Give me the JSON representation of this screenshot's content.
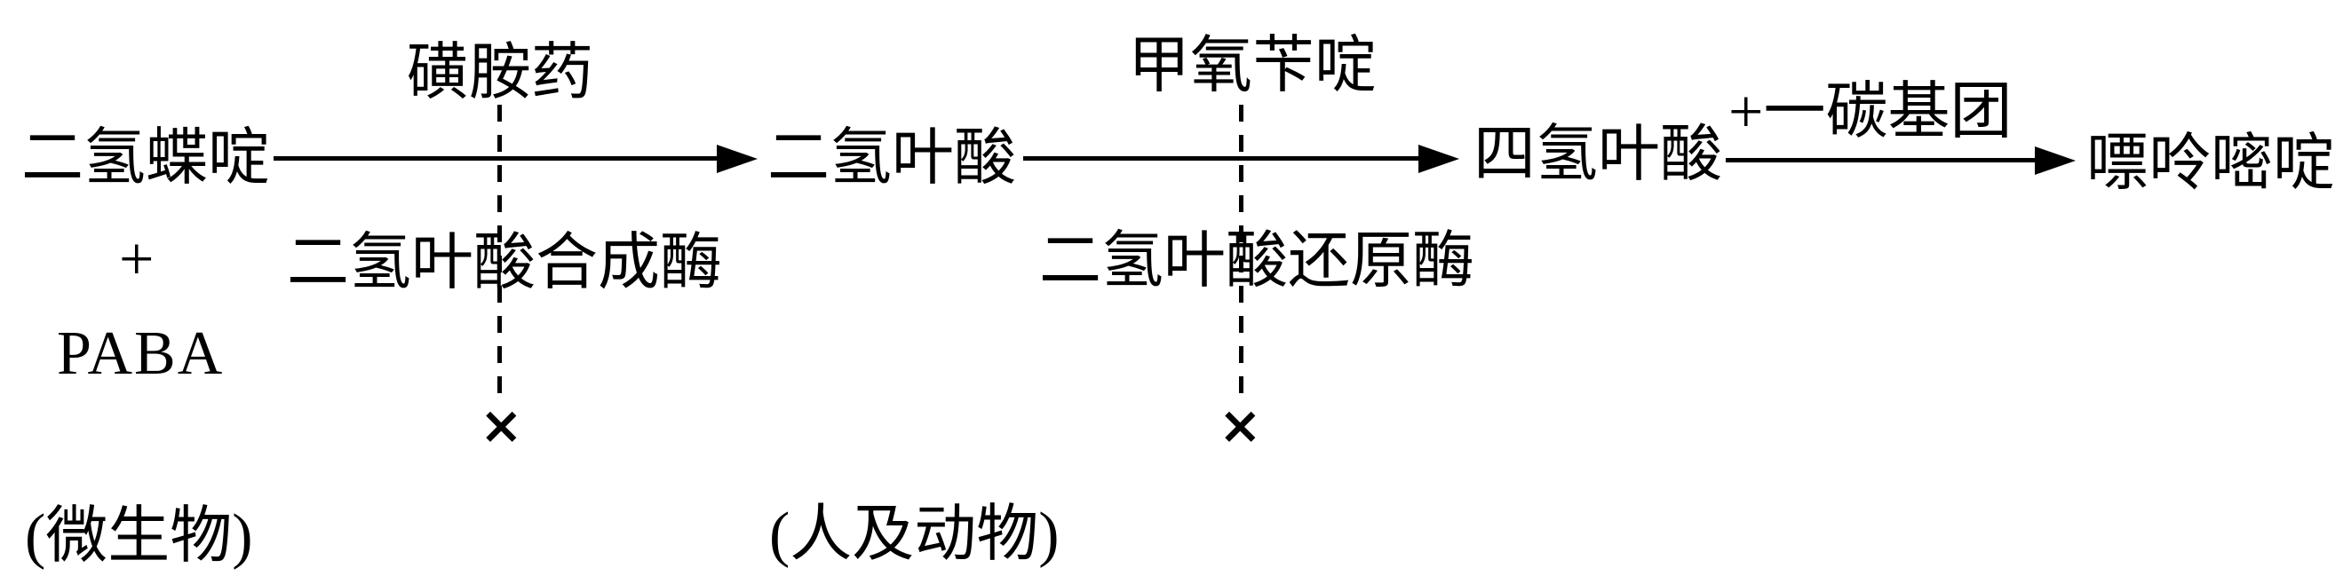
{
  "colors": {
    "background": "#ffffff",
    "foreground": "#000000"
  },
  "diagram": {
    "nodes": {
      "dihydropteridine": "二氢蝶啶",
      "plus": "+",
      "paba": "PABA",
      "dihydrofolate": "二氢叶酸",
      "tetrahydrofolate": "四氢叶酸",
      "purines_pyrimidines": "嘌呤嘧啶"
    },
    "arrow3_label": "+一碳基团",
    "inhibitors": {
      "sulfonamide": {
        "drug": "磺胺药",
        "enzyme": "二氢叶酸合成酶",
        "cross": "×"
      },
      "trimethoprim": {
        "drug": "甲氧苄啶",
        "enzyme": "二氢叶酸还原酶",
        "cross": "×"
      }
    },
    "footnotes": {
      "left": "(微生物)",
      "middle": "(人及动物)"
    }
  }
}
